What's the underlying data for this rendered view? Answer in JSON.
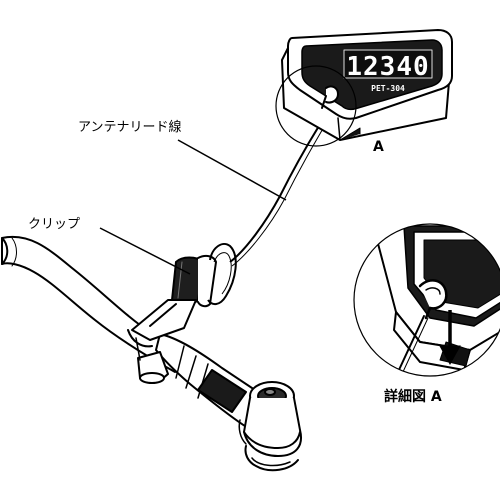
{
  "labels": {
    "antenna_wire": "アンテナリード線",
    "clip": "クリップ",
    "detail_a": "A",
    "detail_view": "詳細図 A"
  },
  "device": {
    "display_value": "12340",
    "model_text": "PET-304"
  }
}
